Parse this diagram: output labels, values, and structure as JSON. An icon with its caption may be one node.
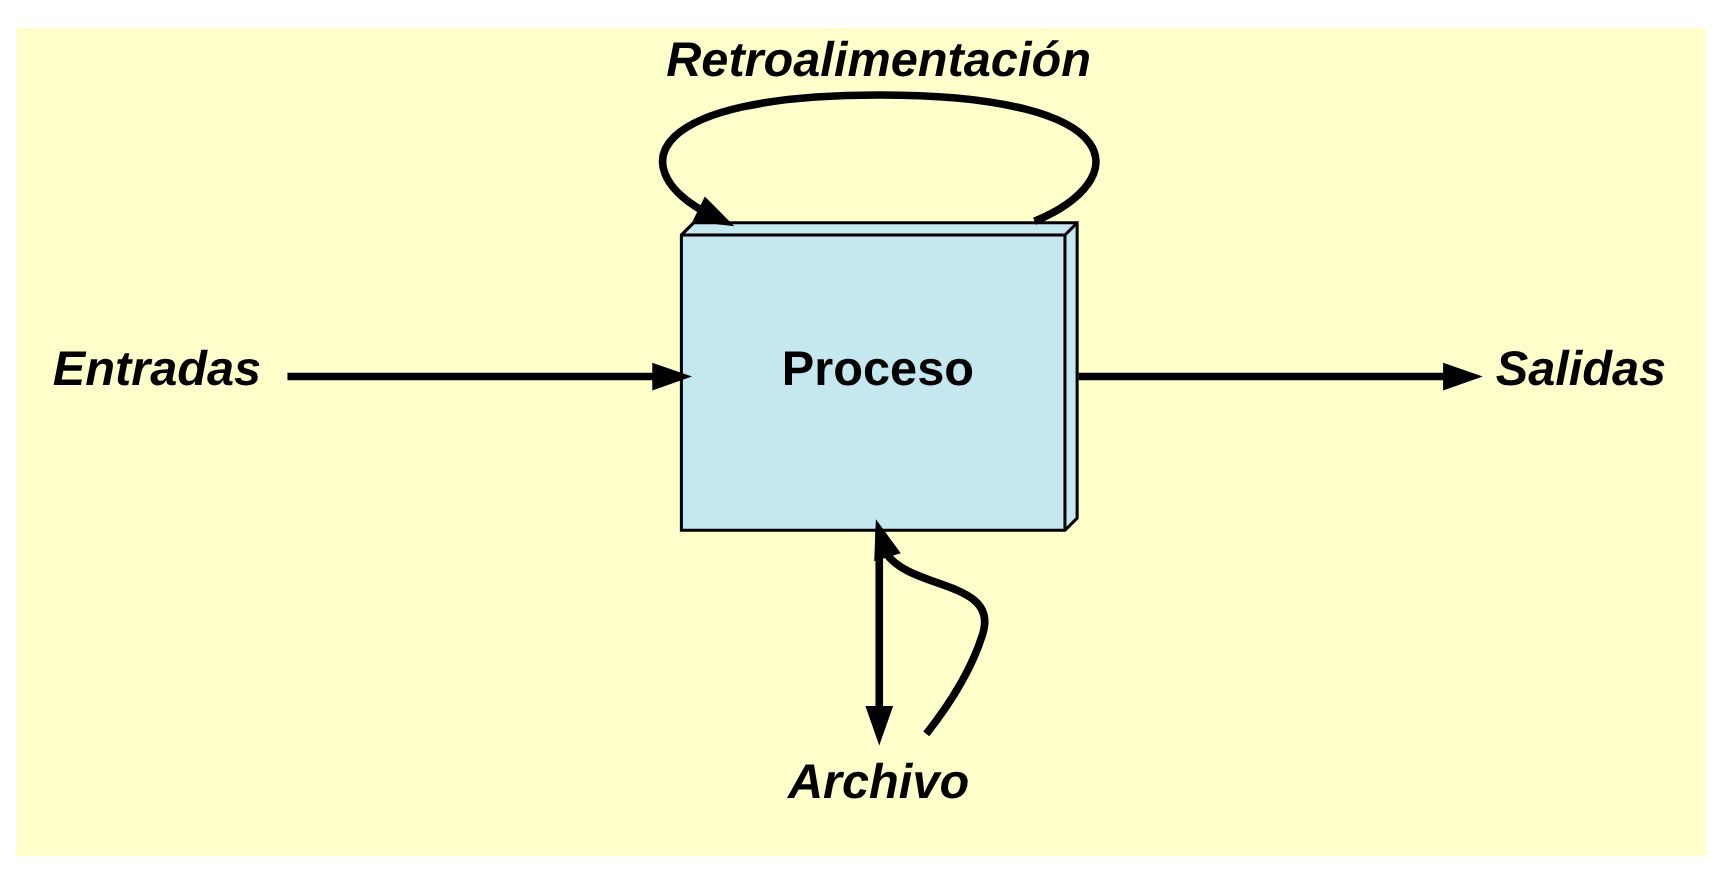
{
  "diagram": {
    "nodes": [
      {
        "text": [
          "Entradas"
        ]
      },
      {
        "text": [
          "Proceso"
        ]
      },
      {
        "text": [
          "Salidas"
        ]
      },
      {
        "text": [
          "Archivo"
        ]
      }
    ],
    "edges": [
      {
        "from": 0,
        "to": 1,
        "arrow": "to"
      },
      {
        "from": 1,
        "to": 2,
        "arrow": "to"
      },
      {
        "from": 1,
        "to": 1,
        "arrow": "to",
        "label": "Retroalimentación"
      },
      {
        "from": 3,
        "to": 1,
        "arrow": "to"
      },
      {
        "from": 1,
        "to": 3,
        "arrow": "to"
      }
    ]
  }
}
